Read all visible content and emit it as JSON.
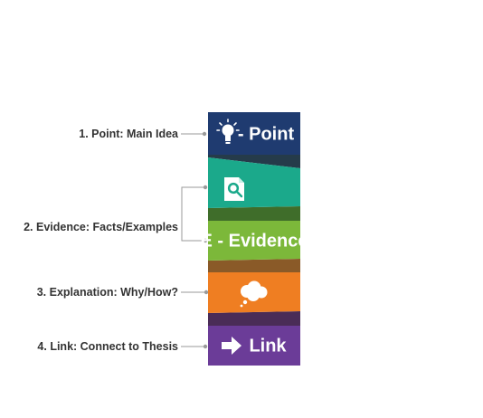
{
  "labels": {
    "point": "1. Point: Main Idea",
    "evidence": "2. Evidence: Facts/Examples",
    "explanation": "3. Explanation: Why/How?",
    "link": "4. Link: Connect to Thesis"
  },
  "blocks": [
    {
      "id": "point",
      "text": "- Point",
      "color": "#1f3b70",
      "icon": "lightbulb-icon"
    },
    {
      "id": "evidence-top",
      "text": "",
      "color": "#1ba98b",
      "icon": "document-search-icon"
    },
    {
      "id": "evidence",
      "text": "E - Evidence",
      "color": "#7cb83a",
      "icon": ""
    },
    {
      "id": "explanation",
      "text": "",
      "color": "#ef7e22",
      "icon": "thought-cloud-icon"
    },
    {
      "id": "link",
      "text": "Link",
      "color": "#6b3c98",
      "icon": "arrow-right-icon"
    }
  ],
  "colors": {
    "connector": "#9a9a9a",
    "label_text": "#333333"
  }
}
